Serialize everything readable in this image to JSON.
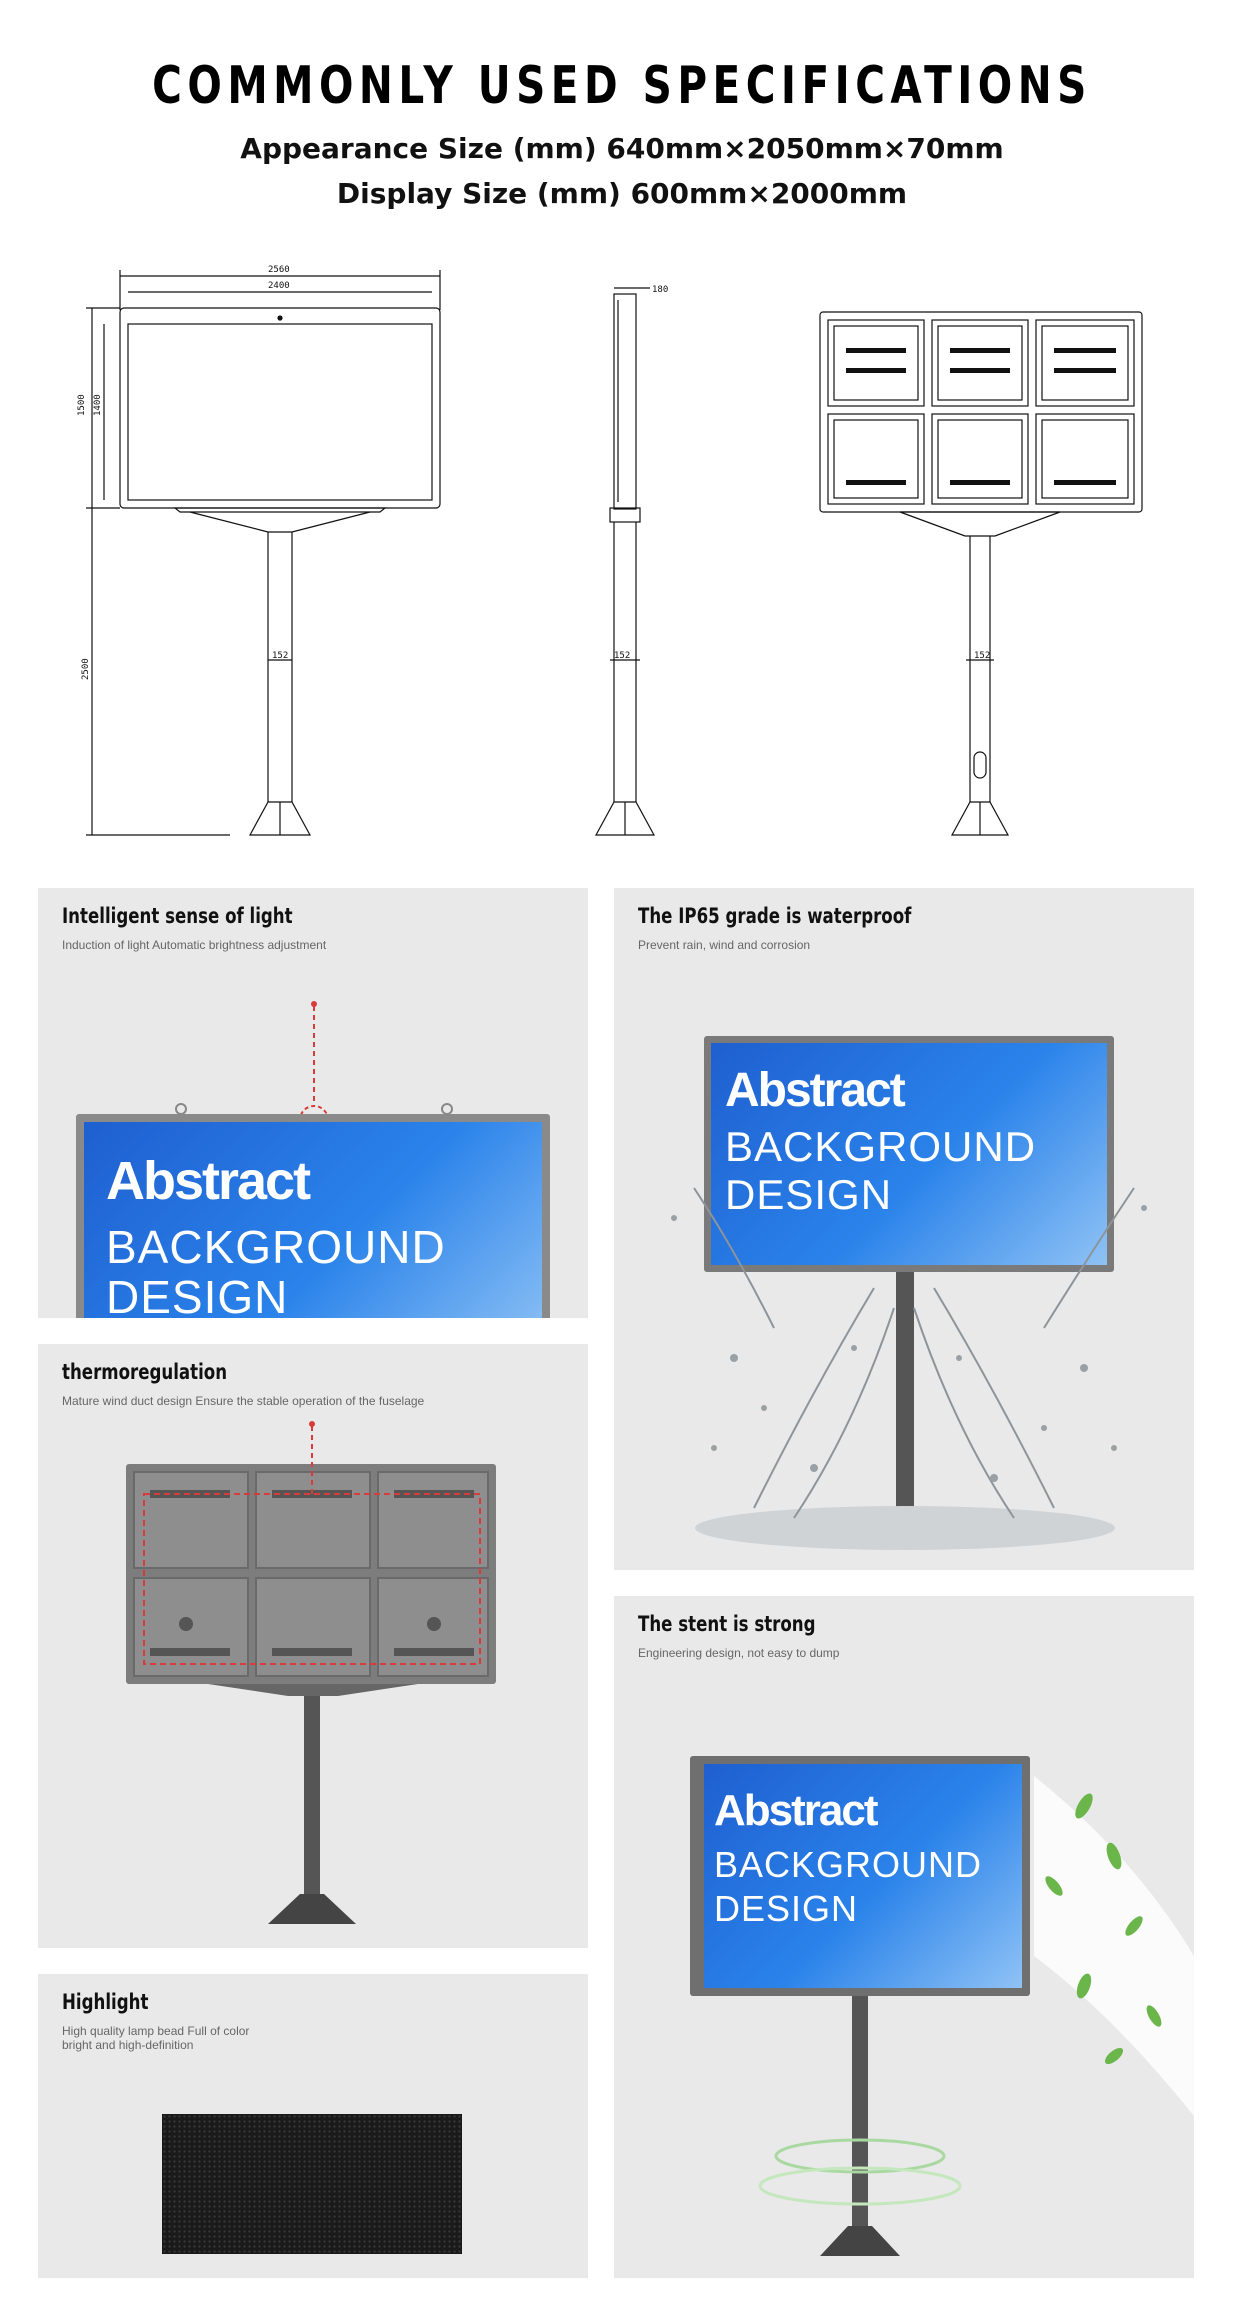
{
  "header": {
    "title": "COMMONLY USED SPECIFICATIONS",
    "appearance_size": "Appearance Size (mm) 640mm×2050mm×70mm",
    "display_size": "Display Size (mm) 600mm×2000mm"
  },
  "drawings": {
    "front": {
      "dim_outer_width": "2560",
      "dim_inner_width": "2400",
      "dim_outer_height": "1500",
      "dim_inner_height": "1400",
      "dim_pole_height": "2500",
      "dim_pole_dia": "152"
    },
    "side": {
      "dim_depth": "180",
      "dim_pole_dia": "152"
    },
    "back": {
      "dim_pole_dia": "152"
    }
  },
  "features": {
    "light": {
      "title": "Intelligent sense of light",
      "subtitle": "Induction of light Automatic brightness adjustment"
    },
    "waterproof": {
      "title": "The IP65 grade is waterproof",
      "subtitle": "Prevent rain, wind and corrosion"
    },
    "thermo": {
      "title": "thermoregulation",
      "subtitle": "Mature wind duct design Ensure the stable operation of the fuselage"
    },
    "stent": {
      "title": "The stent is strong",
      "subtitle": "Engineering design, not easy to dump"
    },
    "highlight": {
      "title": "Highlight",
      "subtitle": "High quality lamp bead Full of color bright and high-definition"
    }
  },
  "screen_text": {
    "line1": "Abstract",
    "line2": "BACKGROUND",
    "line3": "DESIGN"
  },
  "colors": {
    "panel_bg": "#e9e9e9",
    "screen_blue": "#1f6fd6",
    "frame_gray": "#6f6f6f",
    "sensor_red": "#d93a3a",
    "leaf_green": "#6bb64a"
  }
}
